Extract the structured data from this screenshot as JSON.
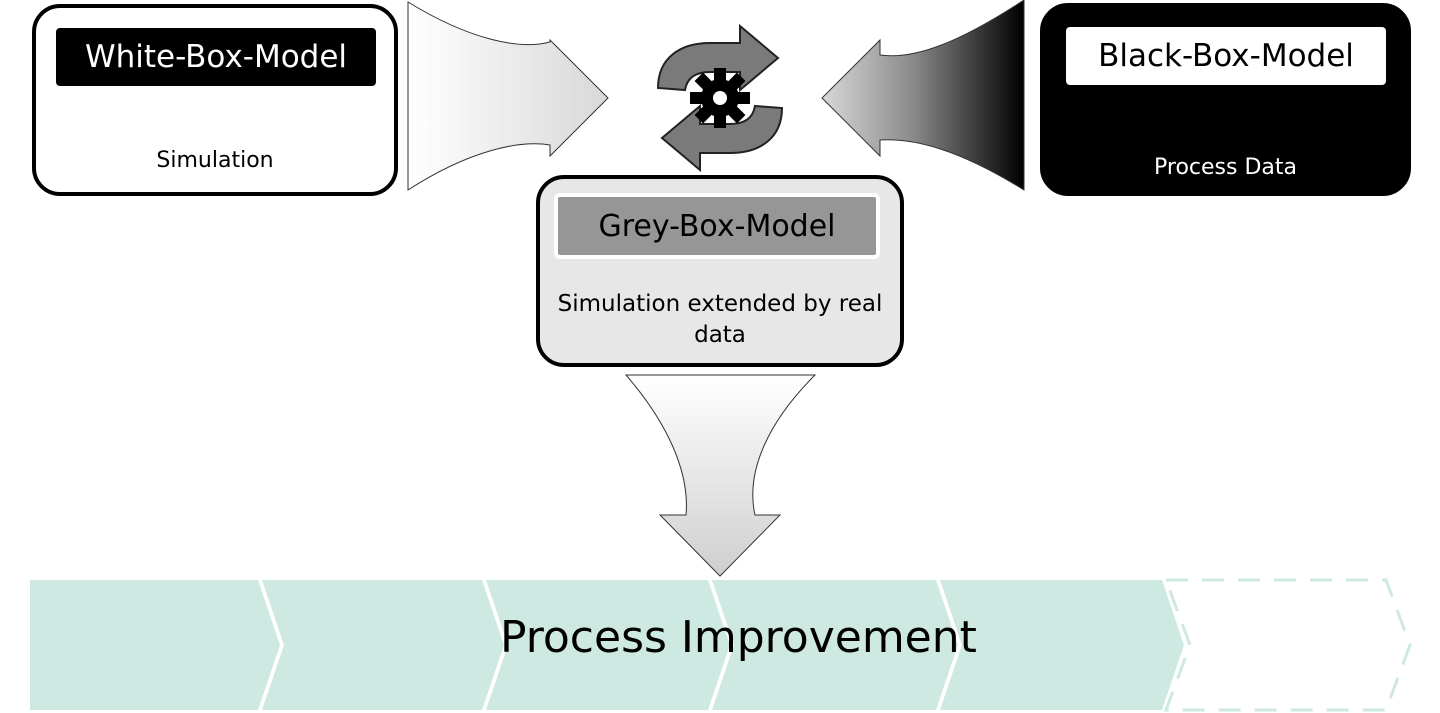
{
  "white_box": {
    "title": "White-Box-Model",
    "subtitle": "Simulation"
  },
  "black_box": {
    "title": "Black-Box-Model",
    "subtitle": "Process Data"
  },
  "grey_box": {
    "title": "Grey-Box-Model",
    "subtitle": "Simulation extended by real data"
  },
  "center_icon": "gear-sync-icon",
  "process_bar": {
    "label": "Process Improvement",
    "segments": 5,
    "dashed_segments": 1,
    "fill_color": "#cde9e1"
  }
}
